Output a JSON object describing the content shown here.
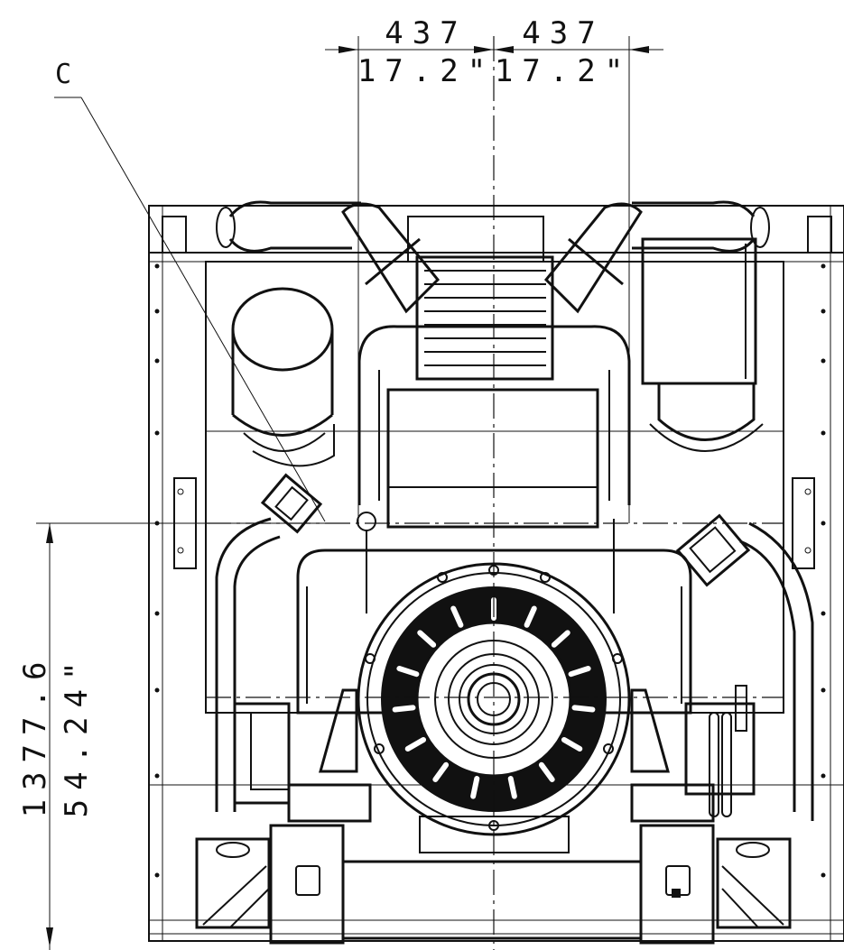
{
  "callout": {
    "label": "C"
  },
  "dimensions": {
    "left_half": {
      "mm": "437",
      "inch": "17.2\""
    },
    "right_half": {
      "mm": "437",
      "inch": "17.2\""
    },
    "height": {
      "mm": "1377.6",
      "inch": "54.24\""
    }
  }
}
